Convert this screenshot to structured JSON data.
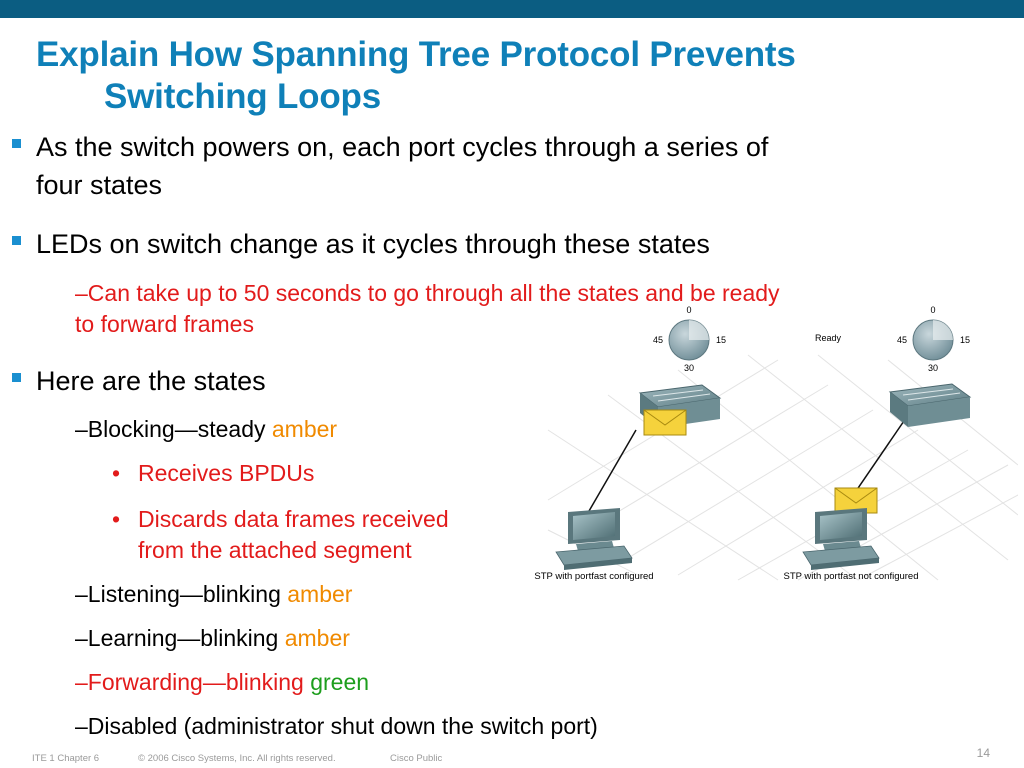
{
  "slide": {
    "title_line1": "Explain How Spanning Tree Protocol Prevents",
    "title_line2": "Switching Loops",
    "bullets": {
      "b1_line1": "As the switch powers on, each port cycles through a series of",
      "b1_line2": "four states",
      "b2": "LEDs on switch change as it cycles through these states",
      "b2_sub_line1": "–Can take up to 50 seconds to go through all the states and be ready",
      "b2_sub_line2": "to forward frames",
      "b3": "Here are the states"
    },
    "states": {
      "blocking_prefix": "–Blocking—steady ",
      "blocking_color": "amber",
      "blocking_point1": "Receives BPDUs",
      "blocking_point2_line1": "Discards data frames received",
      "blocking_point2_line2": "from the attached segment",
      "listening_prefix": "–Listening—blinking ",
      "listening_color": "amber",
      "learning_prefix": "–Learning—blinking ",
      "learning_color": "amber",
      "forwarding_prefix": "–Forwarding—blinking ",
      "forwarding_color": "green",
      "disabled": "–Disabled (administrator shut down the switch port)"
    },
    "colors": {
      "title": "#0f80b8",
      "bullet": "#1a8fd0",
      "red_text": "#e21b1b",
      "amber_text": "#f08a00",
      "green_text": "#1d9e1d",
      "top_bar": "#0b5d82"
    }
  },
  "figure": {
    "left_timer": {
      "top": "0",
      "left": "45",
      "right": "15",
      "bottom": "30"
    },
    "right_timer": {
      "top": "0",
      "left": "45",
      "right": "15",
      "bottom": "30"
    },
    "ready_label": "Ready",
    "left_caption": "STP with portfast configured",
    "right_caption": "STP with portfast not configured",
    "icons": [
      "timer-dial-icon",
      "switch-icon",
      "envelope-icon",
      "pc-icon"
    ]
  },
  "footer": {
    "course": "ITE 1 Chapter 6",
    "copyright": "© 2006 Cisco Systems, Inc. All rights reserved.",
    "classification": "Cisco Public",
    "page": "14"
  }
}
